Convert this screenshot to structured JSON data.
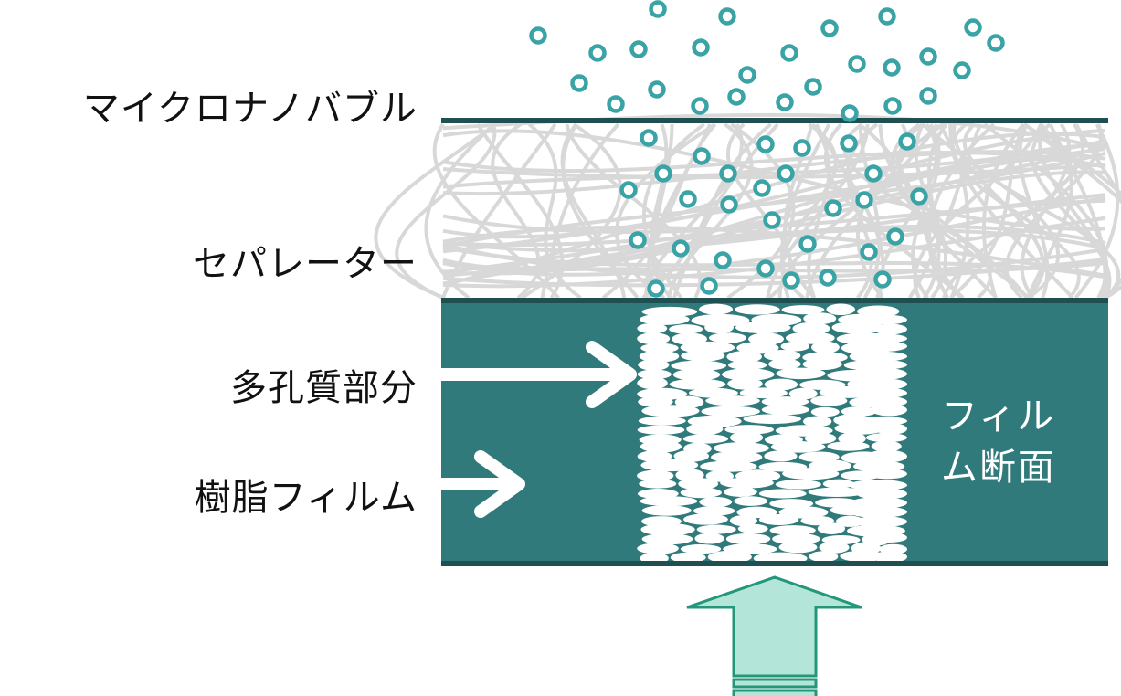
{
  "labels": {
    "microbubble": "マイクロナノバブル",
    "separator": "セパレーター",
    "porous": "多孔質部分",
    "resin_film": "樹脂フィルム"
  },
  "film_section": {
    "line1": "フィル",
    "line2": "ム断面"
  },
  "colors": {
    "film": "#317a7b",
    "border": "#1f5051",
    "bubble": "#3aa3a5",
    "fiber": "#d8d8d8",
    "arrow_fill": "#b3e5d8",
    "arrow_stroke": "#24967a"
  }
}
